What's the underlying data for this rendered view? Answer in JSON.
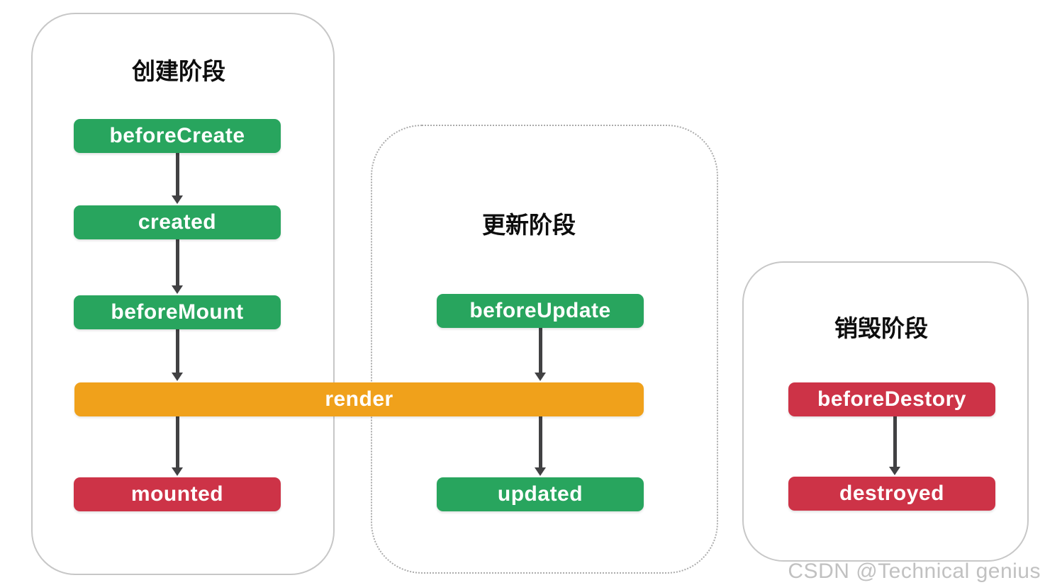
{
  "diagram": {
    "background": "#ffffff",
    "arrow_color": "#414143",
    "border_colors": {
      "solid": "#c7c7c7",
      "dotted": "#ababab"
    },
    "render_bar": {
      "label": "render",
      "color": "#f0a11b",
      "text_color": "#ffffff"
    },
    "phases": [
      {
        "title": "创建阶段",
        "border": "solid",
        "nodes": [
          {
            "label": "beforeCreate",
            "color": "#28a55e"
          },
          {
            "label": "created",
            "color": "#28a55e"
          },
          {
            "label": "beforeMount",
            "color": "#28a55e"
          },
          {
            "label": "mounted",
            "color": "#cd3347"
          }
        ]
      },
      {
        "title": "更新阶段",
        "border": "dotted",
        "nodes": [
          {
            "label": "beforeUpdate",
            "color": "#28a55e"
          },
          {
            "label": "updated",
            "color": "#28a55e"
          }
        ]
      },
      {
        "title": "销毁阶段",
        "border": "solid",
        "nodes": [
          {
            "label": "beforeDestory",
            "color": "#cd3347"
          },
          {
            "label": "destroyed",
            "color": "#cd3347"
          }
        ]
      }
    ],
    "watermark": {
      "text": "CSDN @Technical genius",
      "color": "#c1c1c1"
    }
  }
}
